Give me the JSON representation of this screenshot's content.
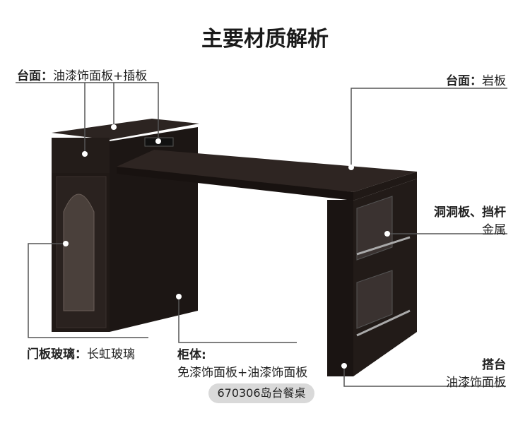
{
  "title": "主要材质解析",
  "callouts": {
    "top_left": {
      "label": "台面：",
      "value": "油漆饰面板+插板"
    },
    "top_right": {
      "label": "台面：",
      "value": "岩板"
    },
    "pegboard": {
      "label": "洞洞板、挡杆",
      "value": "金属"
    },
    "door_glass": {
      "label": "门板玻璃：",
      "value": "长虹玻璃"
    },
    "cabinet": {
      "label": "柜体:",
      "value": "免漆饰面板+油漆饰面板"
    },
    "platform": {
      "label": "搭台",
      "value": "油漆饰面板"
    }
  },
  "product_badge": "670306岛台餐桌",
  "colors": {
    "furniture": "#231c19",
    "line": "#555555",
    "badge": "#d9d9d9"
  }
}
